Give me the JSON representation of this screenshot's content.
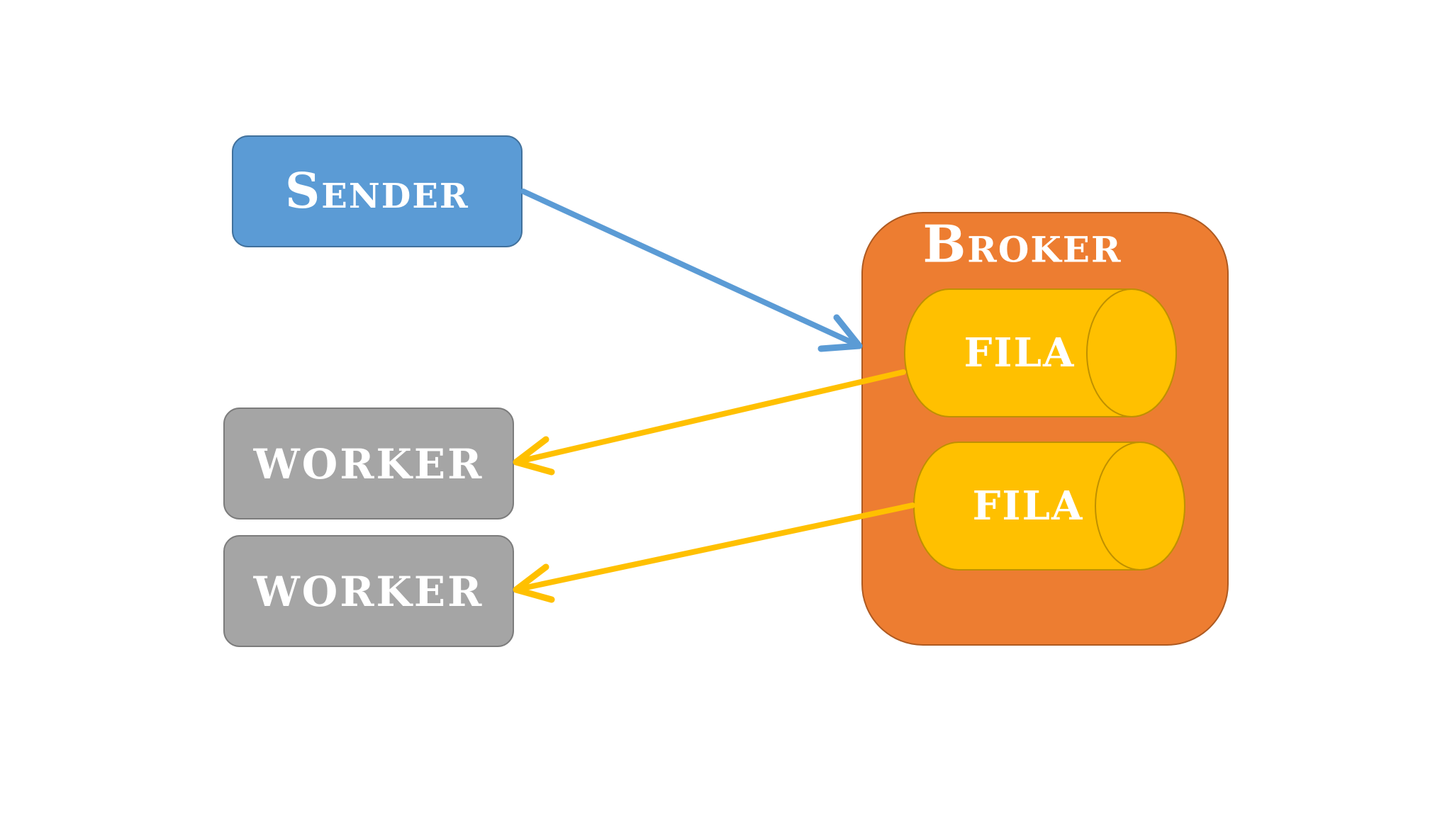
{
  "diagram": {
    "sender": {
      "label": "Sender",
      "color": "#5B9BD5"
    },
    "broker": {
      "label": "Broker",
      "color": "#ED7D31",
      "queues": [
        {
          "label": "FILA",
          "color": "#FFC000"
        },
        {
          "label": "FILA",
          "color": "#FFC000"
        }
      ]
    },
    "workers": [
      {
        "label": "WORKER",
        "color": "#A5A5A5"
      },
      {
        "label": "WORKER",
        "color": "#A5A5A5"
      }
    ],
    "edges": [
      {
        "from": "Sender",
        "to": "Broker",
        "color": "#5B9BD5"
      },
      {
        "from": "FILA",
        "to": "WORKER",
        "color": "#FFC000"
      },
      {
        "from": "FILA",
        "to": "WORKER",
        "color": "#FFC000"
      }
    ]
  }
}
